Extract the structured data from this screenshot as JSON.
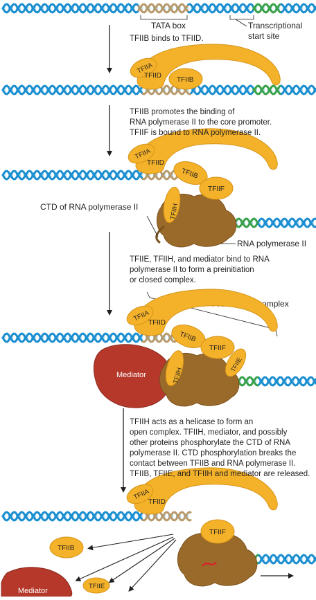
{
  "labels": {
    "tata_box": "TATA box",
    "start_site_line1": "Transcriptional",
    "start_site_line2": "start site",
    "ctd": "CTD of RNA polymerase II",
    "rna_pol": "RNA polymerase II",
    "preinitiation": "Preinitiation complex"
  },
  "steps": [
    {
      "lines": [
        "TFIIB binds to TFIID."
      ]
    },
    {
      "lines": [
        "TFIIB promotes the binding of",
        "RNA polymerase II to the core promoter.",
        "TFIIF is bound to RNA polymerase II."
      ]
    },
    {
      "lines": [
        "TFIIE, TFIIH, and mediator bind to RNA",
        "polymerase II to form a preinitiation",
        "or closed complex."
      ]
    },
    {
      "lines": [
        "TFIIH acts as a helicase to form an",
        "open complex. TFIIH, mediator, and possibly",
        "other proteins phosphorylate the CTD of RNA",
        "polymerase II. CTD phosphorylation breaks the",
        "contact between TFIIB and RNA polymerase II.",
        "TFIIB, TFIIE, and TFIIH and mediator are released."
      ]
    }
  ],
  "factors": {
    "tfiia": "TFIIA",
    "tfiid": "TFIID",
    "tfiib": "TFIIB",
    "tfiif": "TFIIF",
    "tfiih": "TFIIH",
    "tfiie": "TFIIE",
    "mediator": "Mediator"
  },
  "colors": {
    "dna_blue": "#1c8fd0",
    "dna_light": "#7ec4ea",
    "tata_tan": "#b89a6c",
    "start_green": "#3aa24a",
    "factor_gold": "#f4b22a",
    "factor_gold_dark": "#d5941a",
    "polymerase": "#9a6a2a",
    "mediator": "#b5382b"
  }
}
